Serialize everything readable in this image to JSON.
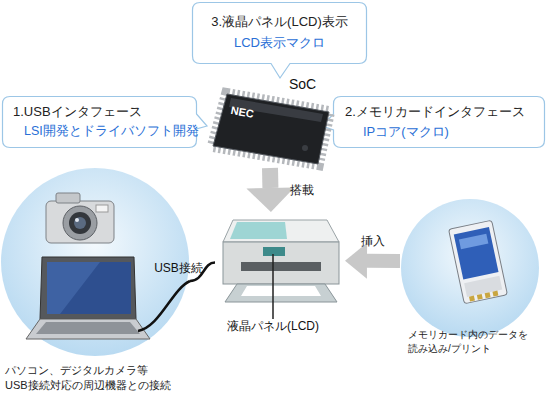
{
  "diagram": {
    "nodes": [
      {
        "text": [
          "3.液晶パネル(LCD)表示",
          "LCD表示マクロ"
        ]
      },
      {
        "text": [
          "1.USBインタフェース",
          "LSI開発とドライバソフト開発"
        ]
      },
      {
        "text": [
          "2.メモリカードインタフェース",
          "IPコア(マクロ)"
        ]
      },
      {
        "text": [
          "SoC"
        ]
      },
      {
        "text": [
          "パソコン、デジタルカメラ等 USB接続対応の周辺機器との接続"
        ]
      },
      {
        "text": [
          "液晶パネル(LCD)"
        ]
      },
      {
        "text": [
          "メモリカード内のデータを 読み込み/プリント"
        ]
      }
    ],
    "edges": [
      {
        "from": 3,
        "to": 5,
        "arrow": "to",
        "label": "搭載"
      },
      {
        "from": 6,
        "to": 5,
        "arrow": "to",
        "label": "挿入"
      },
      {
        "from": 4,
        "to": 5,
        "arrow": "none",
        "label": "USB接続"
      }
    ],
    "labels": [
      "NEC"
    ]
  }
}
